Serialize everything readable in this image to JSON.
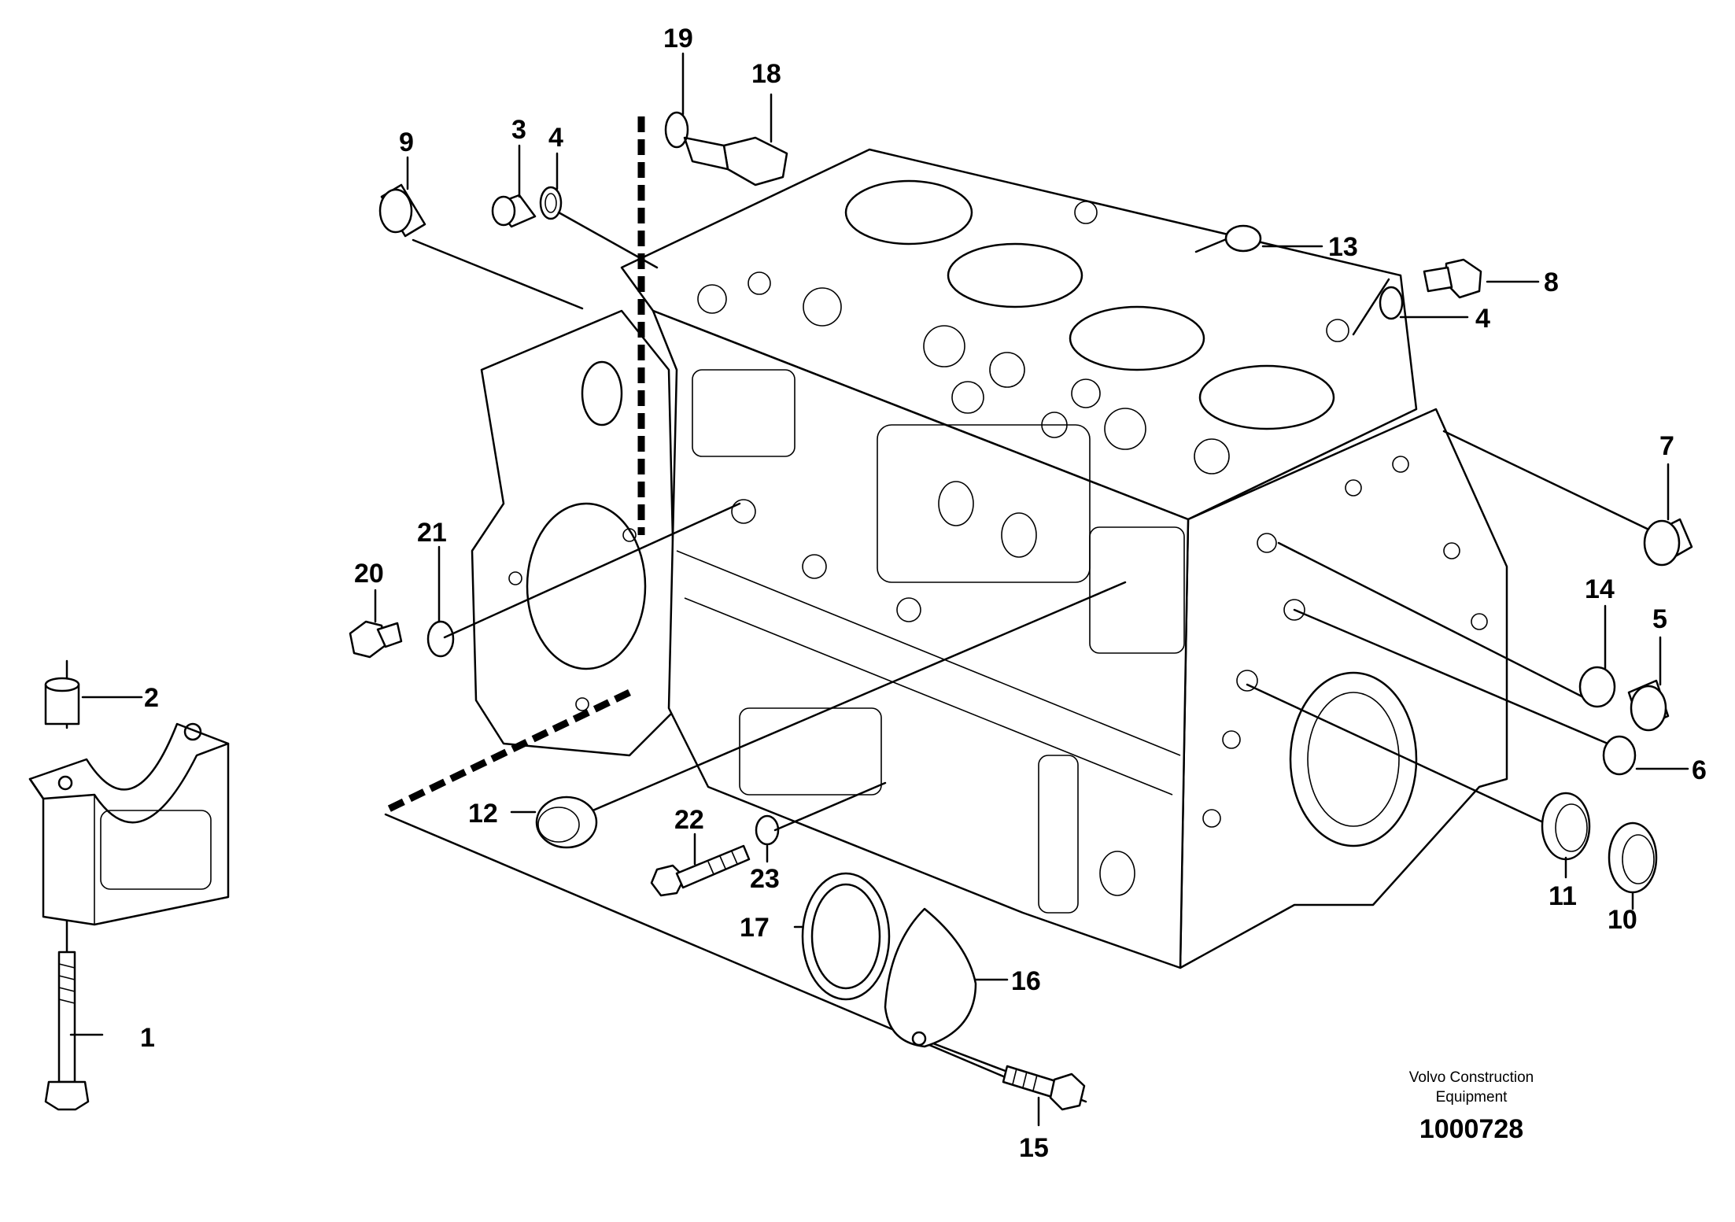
{
  "callouts": {
    "c1": "1",
    "c2": "2",
    "c3": "3",
    "c4a": "4",
    "c4b": "4",
    "c5": "5",
    "c6": "6",
    "c7": "7",
    "c8": "8",
    "c9": "9",
    "c10": "10",
    "c11": "11",
    "c12": "12",
    "c13": "13",
    "c14": "14",
    "c15": "15",
    "c16": "16",
    "c17": "17",
    "c18": "18",
    "c19": "19",
    "c20": "20",
    "c21": "21",
    "c22": "22",
    "c23": "23"
  },
  "footer": {
    "brand_line1": "Volvo Construction",
    "brand_line2": "Equipment",
    "drawing_number": "1000728"
  }
}
